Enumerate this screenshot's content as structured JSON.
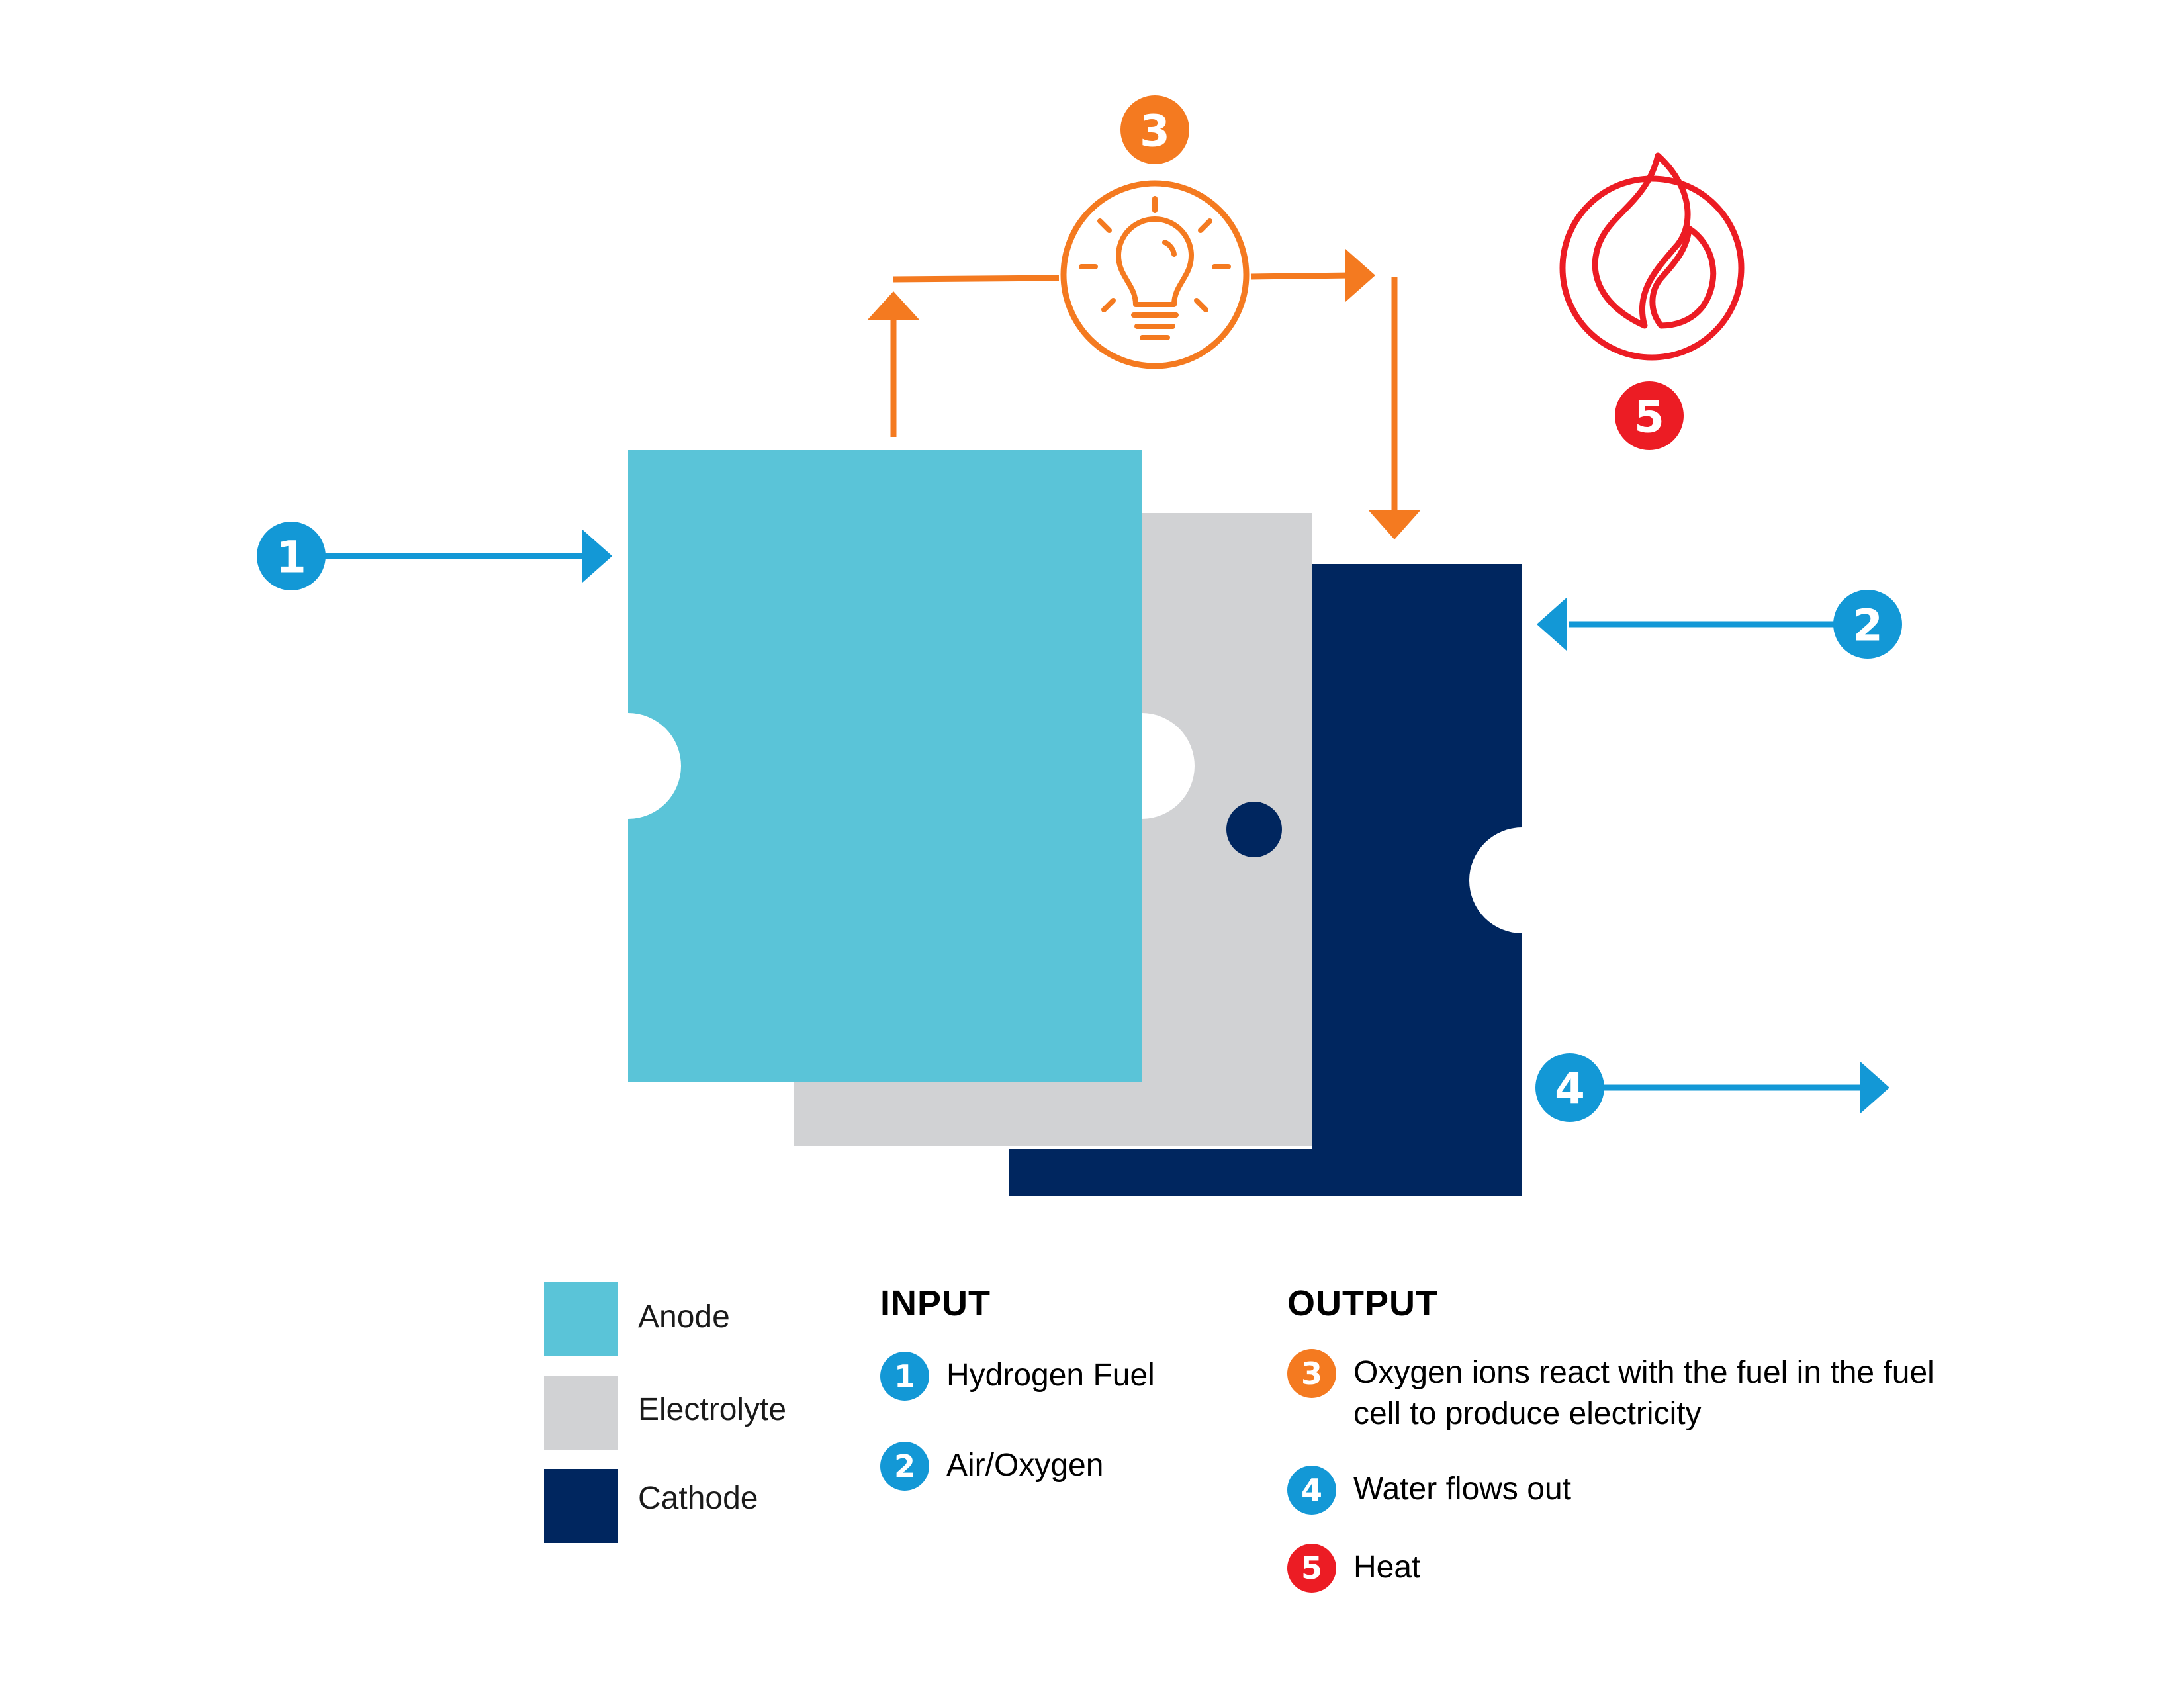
{
  "colors": {
    "anode": "#5AC4D8",
    "electrolyte": "#D1D2D4",
    "cathode": "#00265F",
    "input_blue": "#1398D6",
    "electric_orange": "#F47A20",
    "heat_red": "#EC1C24"
  },
  "diagram": {
    "badges": {
      "b1": "1",
      "b2": "2",
      "b3": "3",
      "b4": "4",
      "b5": "5"
    },
    "icons": {
      "electricity": "lightbulb-icon",
      "heat": "flame-icon"
    }
  },
  "legend": {
    "swatches": [
      {
        "label": "Anode"
      },
      {
        "label": "Electrolyte"
      },
      {
        "label": "Cathode"
      }
    ]
  },
  "input": {
    "title": "INPUT",
    "items": [
      {
        "number": "1",
        "text": "Hydrogen Fuel"
      },
      {
        "number": "2",
        "text": "Air/Oxygen"
      }
    ]
  },
  "output": {
    "title": "OUTPUT",
    "items": [
      {
        "number": "3",
        "text": "Oxygen ions react with the fuel in the fuel cell to produce electricity"
      },
      {
        "number": "4",
        "text": "Water flows out"
      },
      {
        "number": "5",
        "text": "Heat"
      }
    ]
  }
}
